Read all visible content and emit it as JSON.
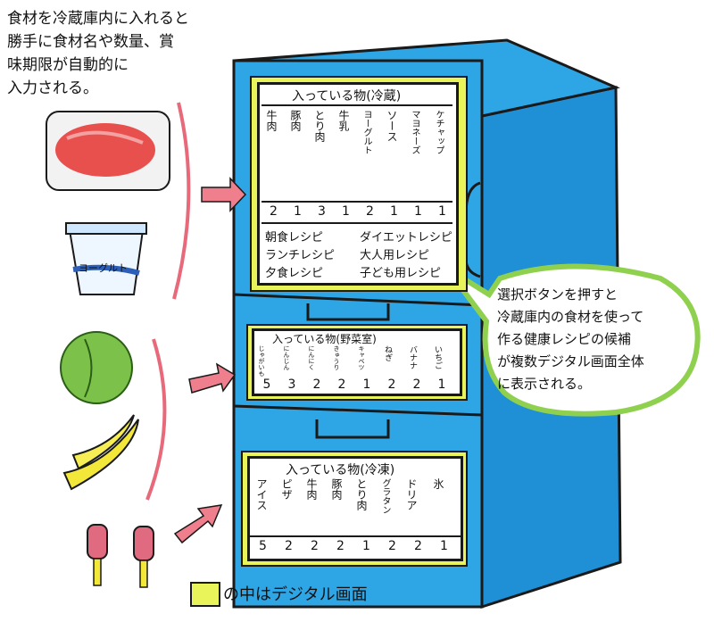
{
  "annotation_left": "食材を冷蔵庫内に入れると\n勝手に食材名や数量、賞\n味期限が自動的に\n入力される。",
  "yogurt_label": "ヨーグルト",
  "fridge_panel": {
    "title": "入っている物(冷蔵)",
    "items": [
      {
        "name": "牛肉",
        "qty": "2"
      },
      {
        "name": "豚肉",
        "qty": "1"
      },
      {
        "name": "とり肉",
        "qty": "3"
      },
      {
        "name": "牛乳",
        "qty": "1"
      },
      {
        "name": "ヨーグルト",
        "qty": "2"
      },
      {
        "name": "ソース",
        "qty": "1"
      },
      {
        "name": "マヨネーズ",
        "qty": "1"
      },
      {
        "name": "ケチャップ",
        "qty": "1"
      }
    ],
    "recipes": [
      "朝食レシピ",
      "ダイエットレシピ",
      "ランチレシピ",
      "大人用レシピ",
      "夕食レシピ",
      "子ども用レシピ"
    ]
  },
  "vegetable_panel": {
    "title": "入っている物(野菜室)",
    "items": [
      {
        "name": "じゃがいも",
        "qty": "5"
      },
      {
        "name": "にんじん",
        "qty": "3"
      },
      {
        "name": "にんにく",
        "qty": "2"
      },
      {
        "name": "きゅうり",
        "qty": "2"
      },
      {
        "name": "キャベツ",
        "qty": "1"
      },
      {
        "name": "ねぎ",
        "qty": "2"
      },
      {
        "name": "バナナ",
        "qty": "2"
      },
      {
        "name": "いちご",
        "qty": "1"
      }
    ]
  },
  "freezer_panel": {
    "title": "入っている物(冷凍)",
    "items": [
      {
        "name": "アイス",
        "qty": "5"
      },
      {
        "name": "ピザ",
        "qty": "2"
      },
      {
        "name": "牛肉",
        "qty": "2"
      },
      {
        "name": "豚肉",
        "qty": "2"
      },
      {
        "name": "とり肉",
        "qty": "1"
      },
      {
        "name": "グラタン",
        "qty": "2"
      },
      {
        "name": "ドリア",
        "qty": "2"
      },
      {
        "name": "氷",
        "qty": "1"
      }
    ]
  },
  "bubble_text": "選択ボタンを押すと\n冷蔵庫内の食材を使って\n作る健康レシピの候補\nが複数デジタル画面全体\nに表示される。",
  "legend_text": "の中はデジタル画面",
  "colors": {
    "body_blue": "#2ea6e6",
    "side_blue": "#1f8fd6",
    "screen_yellow": "#e9f35a",
    "arrow_pink": "#f07f8e",
    "bubble_green": "#8fd14f"
  }
}
